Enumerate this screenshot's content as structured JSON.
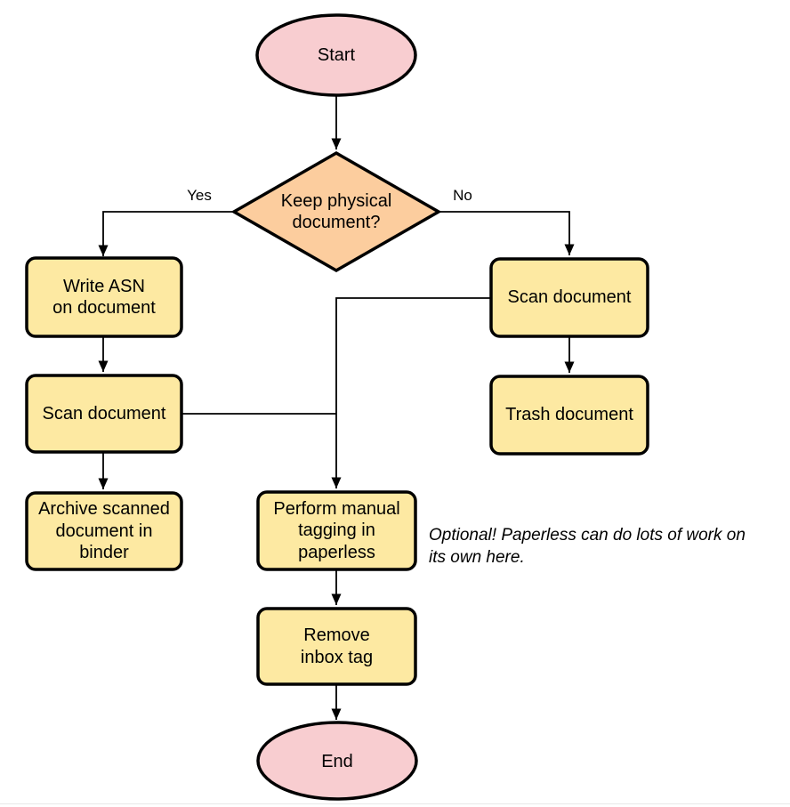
{
  "diagram": {
    "title": "Document scanning workflow flowchart",
    "colors": {
      "terminator_fill": "#f8cdd0",
      "decision_fill": "#fccd9e",
      "process_fill": "#fde9a2",
      "stroke": "#000000",
      "footer_line": "#e8e8e8"
    },
    "nodes": {
      "start": {
        "label": "Start"
      },
      "decision": {
        "label": "Keep physical\ndocument?"
      },
      "write_asn": {
        "label": "Write ASN\non document"
      },
      "scan_left": {
        "label": "Scan document"
      },
      "archive": {
        "label": "Archive scanned\ndocument in\nbinder"
      },
      "scan_right": {
        "label": "Scan document"
      },
      "trash": {
        "label": "Trash document"
      },
      "tagging": {
        "label": "Perform manual\ntagging in\npaperless"
      },
      "remove_inbox": {
        "label": "Remove\ninbox tag"
      },
      "end": {
        "label": "End"
      }
    },
    "edge_labels": {
      "yes": "Yes",
      "no": "No"
    },
    "annotation": "Optional! Paperless can do lots of work on\nits own here."
  }
}
